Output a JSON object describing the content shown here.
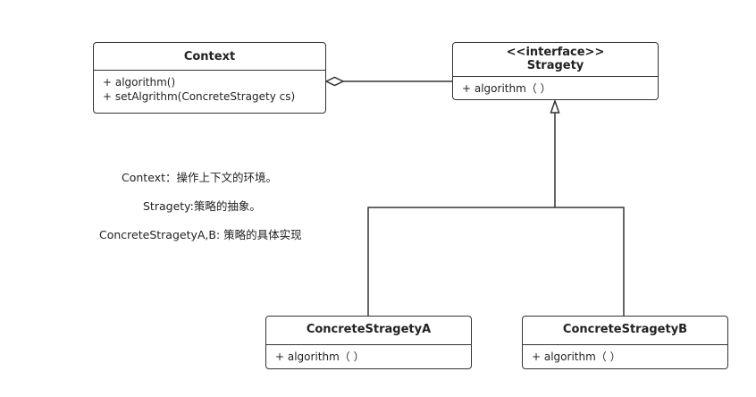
{
  "diagram": {
    "classes": {
      "context": {
        "name": "Context",
        "methods": [
          "+ algorithm()",
          "+ setAlgrithm(ConcreteStragety cs)"
        ]
      },
      "strategy": {
        "stereotype": "<<interface>>",
        "name": "Stragety",
        "methods": [
          "+ algorithm（  ）"
        ]
      },
      "concrete_a": {
        "name": "ConcreteStragetyA",
        "methods": [
          "+ algorithm（  ）"
        ]
      },
      "concrete_b": {
        "name": "ConcreteStragetyB",
        "methods": [
          "+ algorithm（  ）"
        ]
      }
    },
    "relations": [
      {
        "type": "aggregation",
        "from": "context",
        "to": "strategy"
      },
      {
        "type": "realization",
        "from": "concrete_a",
        "to": "strategy"
      },
      {
        "type": "realization",
        "from": "concrete_b",
        "to": "strategy"
      }
    ],
    "notes": [
      "Context：操作上下文的环境。",
      "Stragety:策略的抽象。",
      "ConcreteStragetyA,B: 策略的具体实现"
    ],
    "colors": {
      "line": "#333333",
      "background": "#ffffff"
    }
  }
}
